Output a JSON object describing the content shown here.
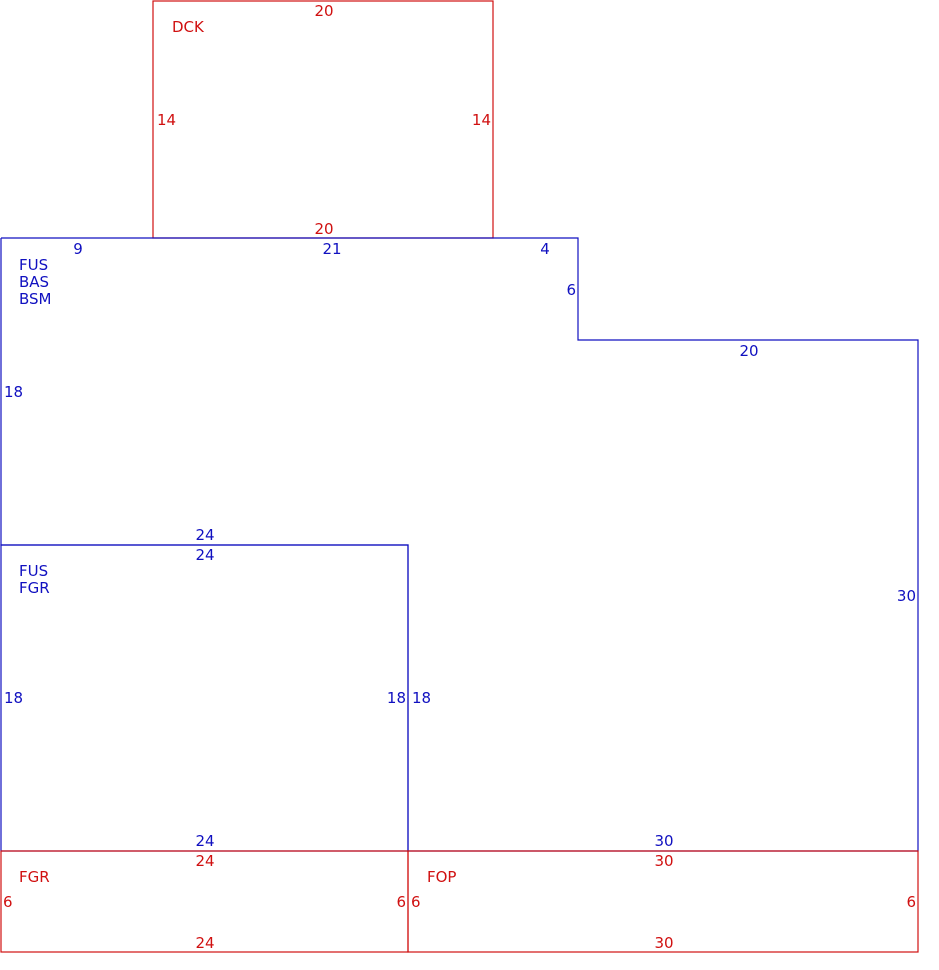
{
  "colors": {
    "primary": "#1010c0",
    "secondary": "#d01010"
  },
  "areas": {
    "deck": {
      "codes": [
        "DCK"
      ],
      "color": "secondary",
      "dims": {
        "top": "20",
        "bottom": "20",
        "left": "14",
        "right": "14"
      }
    },
    "main": {
      "codes": [
        "FUS",
        "BAS",
        "BSM"
      ],
      "color": "primary",
      "dims": {
        "top_left": "9",
        "top_mid": "21",
        "top_right": "4",
        "step_side": "6",
        "step_top": "20",
        "right": "30",
        "left": "18",
        "inner_right": "18",
        "bottom_right": "30",
        "lower_top": "24"
      }
    },
    "garage_upper": {
      "codes": [
        "FUS",
        "FGR"
      ],
      "color": "primary",
      "dims": {
        "top": "24",
        "left": "18",
        "right": "18",
        "bottom": "24"
      }
    },
    "garage_lower": {
      "codes": [
        "FGR"
      ],
      "color": "secondary",
      "dims": {
        "top": "24",
        "bottom": "24",
        "left": "6",
        "right": "6"
      }
    },
    "porch": {
      "codes": [
        "FOP"
      ],
      "color": "secondary",
      "dims": {
        "top": "30",
        "bottom": "30",
        "left": "6",
        "right": "6"
      }
    }
  }
}
